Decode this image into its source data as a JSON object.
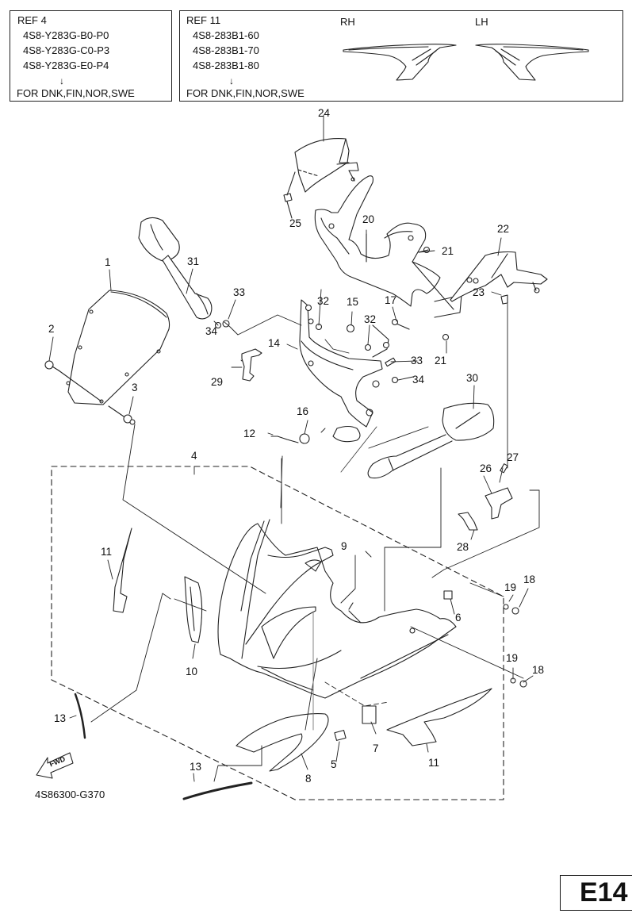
{
  "ref_box_4": {
    "title": "REF 4",
    "parts": [
      "4S8-Y283G-B0-P0",
      "4S8-Y283G-C0-P3",
      "4S8-Y283G-E0-P4"
    ],
    "arrow": "↓",
    "note": "FOR DNK,FIN,NOR,SWE"
  },
  "ref_box_11": {
    "title": "REF 11",
    "parts": [
      "4S8-283B1-60",
      "4S8-283B1-70",
      "4S8-283B1-80"
    ],
    "arrow": "↓",
    "note": "FOR DNK,FIN,NOR,SWE",
    "rh_label": "RH",
    "lh_label": "LH"
  },
  "callouts": {
    "c1": "1",
    "c2": "2",
    "c3": "3",
    "c4": "4",
    "c5": "5",
    "c6": "6",
    "c7": "7",
    "c8": "8",
    "c9": "9",
    "c10": "10",
    "c11a": "11",
    "c11b": "11",
    "c12": "12",
    "c13a": "13",
    "c13b": "13",
    "c14": "14",
    "c15": "15",
    "c16": "16",
    "c17": "17",
    "c18a": "18",
    "c18b": "18",
    "c19a": "19",
    "c19b": "19",
    "c20": "20",
    "c21a": "21",
    "c21b": "21",
    "c22": "22",
    "c23": "23",
    "c24": "24",
    "c25": "25",
    "c26": "26",
    "c27": "27",
    "c28": "28",
    "c29": "29",
    "c30": "30",
    "c31": "31",
    "c32a": "32",
    "c32b": "32",
    "c33a": "33",
    "c33b": "33",
    "c34a": "34",
    "c34b": "34"
  },
  "fwd_label": "FWD",
  "diagram_code": "4S86300-G370",
  "page_label": "E14"
}
